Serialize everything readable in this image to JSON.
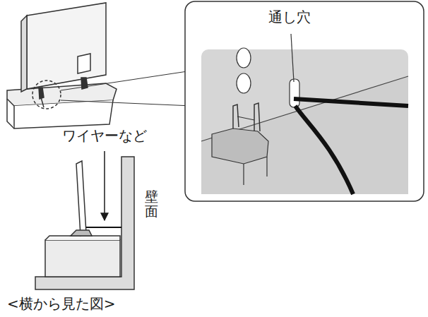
{
  "diagram": {
    "labels": [
      "通し穴",
      "ワイヤーなど",
      "壁面",
      "<横から見た図>"
    ]
  }
}
